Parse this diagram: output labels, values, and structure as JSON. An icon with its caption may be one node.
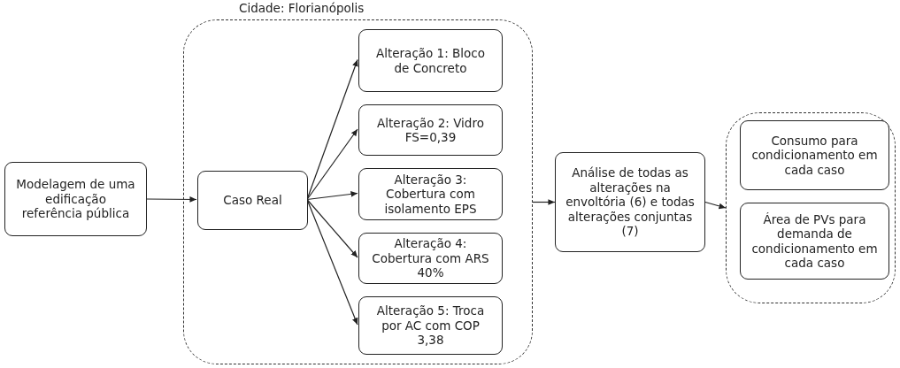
{
  "diagram": {
    "nodes": [
      {
        "text": [
          "Cidade: Florianópolis"
        ]
      },
      {
        "text": [
          "Modelagem de uma edificação referência pública"
        ]
      },
      {
        "text": [
          "Caso Real"
        ],
        "in": 0
      },
      {
        "text": [
          "Alteração 1: Bloco de Concreto"
        ],
        "in": 0
      },
      {
        "text": [
          "Alteração 2: Vidro FS=0,39"
        ],
        "in": 0
      },
      {
        "text": [
          "Alteração 3: Cobertura com isolamento EPS"
        ],
        "in": 0
      },
      {
        "text": [
          "Alteração 4: Cobertura com ARS 40%"
        ],
        "in": 0
      },
      {
        "text": [
          "Alteração 5: Troca por AC com COP 3,38"
        ],
        "in": 0
      },
      {
        "text": [
          "Análise de todas as alterações na envoltória (6) e todas alterações conjuntas (7)"
        ]
      },
      {
        "text": [],
        "shape": "box"
      },
      {
        "text": [
          "Consumo para condicionamento em cada caso"
        ],
        "in": 9
      },
      {
        "text": [
          "Área de PVs para demanda de condicionamento em cada caso"
        ],
        "in": 9
      }
    ],
    "edges": [
      {
        "from": 1,
        "to": 2,
        "arrow": "to"
      },
      {
        "from": 2,
        "to": 3,
        "arrow": "to"
      },
      {
        "from": 2,
        "to": 4,
        "arrow": "to"
      },
      {
        "from": 2,
        "to": 5,
        "arrow": "to"
      },
      {
        "from": 2,
        "to": 6,
        "arrow": "to"
      },
      {
        "from": 2,
        "to": 7,
        "arrow": "to"
      },
      {
        "from": 0,
        "to": 8,
        "arrow": "to"
      },
      {
        "from": 8,
        "to": 9,
        "arrow": "to"
      }
    ]
  }
}
